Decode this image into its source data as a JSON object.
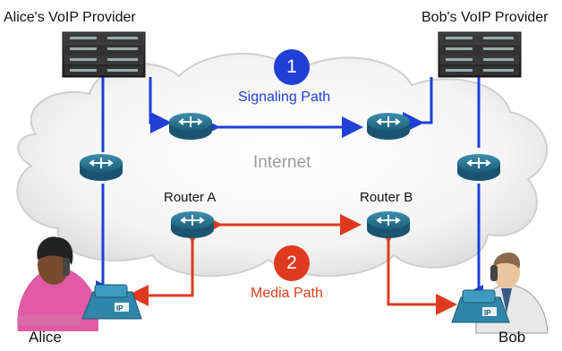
{
  "providers": {
    "alice": "Alice's VoIP Provider",
    "bob": "Bob's VoIP Provider"
  },
  "cloud_label": "Internet",
  "routers": {
    "a": "Router A",
    "b": "Router B"
  },
  "paths": {
    "signaling": {
      "number": "1",
      "label": "Signaling Path",
      "color": "#1f3fd6"
    },
    "media": {
      "number": "2",
      "label": "Media Path",
      "color": "#e03a1e"
    }
  },
  "people": {
    "alice": "Alice",
    "bob": "Bob"
  },
  "icons": [
    "server-rack-icon",
    "router-icon",
    "ip-phone-icon",
    "person-on-phone-icon",
    "cloud-icon"
  ]
}
